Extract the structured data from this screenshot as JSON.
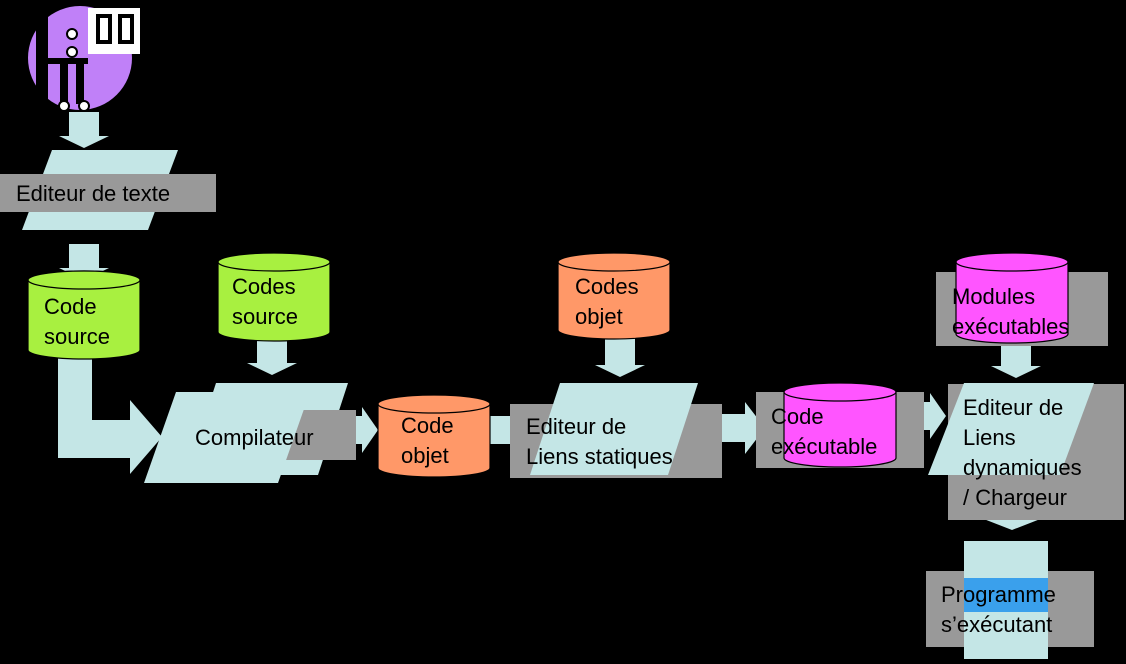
{
  "colors": {
    "background": "#000000",
    "arrow": "#c4e6e6",
    "parallelogram": "#c4e6e6",
    "label_box": "#999999",
    "cyl_green": "#a8f040",
    "cyl_orange": "#ff9868",
    "cyl_magenta": "#ff55ff",
    "program_blue": "#3aa0ec",
    "icon_purple": "#c080f8"
  },
  "icon": {
    "name": "developer-workstation-icon"
  },
  "nodes": {
    "editeur_texte": {
      "label": "Editeur de texte"
    },
    "code_source": {
      "line1": "Code",
      "line2": "source"
    },
    "codes_source": {
      "line1": "Codes",
      "line2": "source"
    },
    "compilateur": {
      "label": "Compilateur"
    },
    "code_objet": {
      "line1": "Code",
      "line2": "objet"
    },
    "codes_objet": {
      "line1": "Codes",
      "line2": "objet"
    },
    "liens_statiques": {
      "line1": "Editeur de",
      "line2": "Liens statiques"
    },
    "code_executable": {
      "line1": "Code",
      "line2": "exécutable"
    },
    "modules_executables": {
      "line1": "Modules",
      "line2": "exécutables"
    },
    "liens_dynamiques": {
      "line1": "Editeur de",
      "line2": "Liens",
      "line3": "dynamiques",
      "line4": "/ Chargeur"
    },
    "programme": {
      "line1": "Programme",
      "line2": "s’exécutant"
    }
  }
}
